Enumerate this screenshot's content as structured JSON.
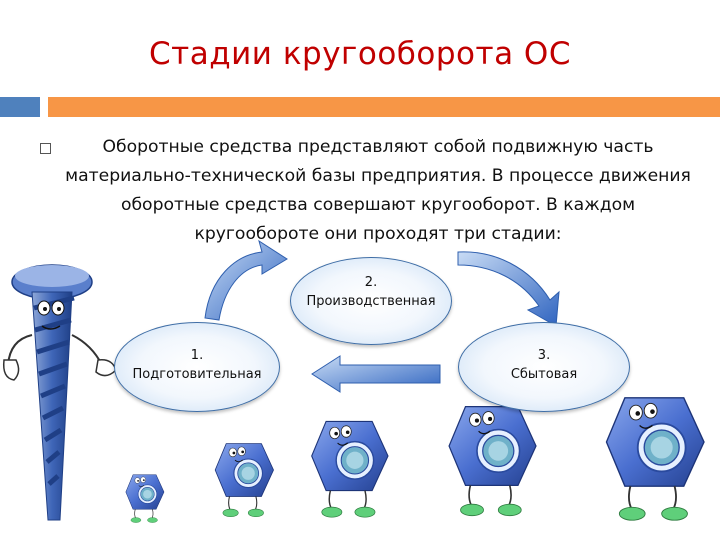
{
  "slide": {
    "title": "Стадии кругооборота ОС",
    "body": "Оборотные средства представляют собой подвижную часть материально-технической базы предприятия. В процессе движения оборотные средства совершают кругооборот. В каждом кругообороте они проходят три стадии:"
  },
  "stages": [
    {
      "number": "1.",
      "label": "Подготовительная"
    },
    {
      "number": "2.",
      "label": "Производственная"
    },
    {
      "number": "3.",
      "label": "Сбытовая"
    }
  ],
  "colors": {
    "title": "#c00000",
    "accent_blue": "#4f81bd",
    "accent_orange": "#f79646",
    "arrow": "#3b6fc4",
    "nut": "#4a6fd0"
  },
  "icons": [
    "screw-character-icon",
    "nut-character-icon"
  ]
}
